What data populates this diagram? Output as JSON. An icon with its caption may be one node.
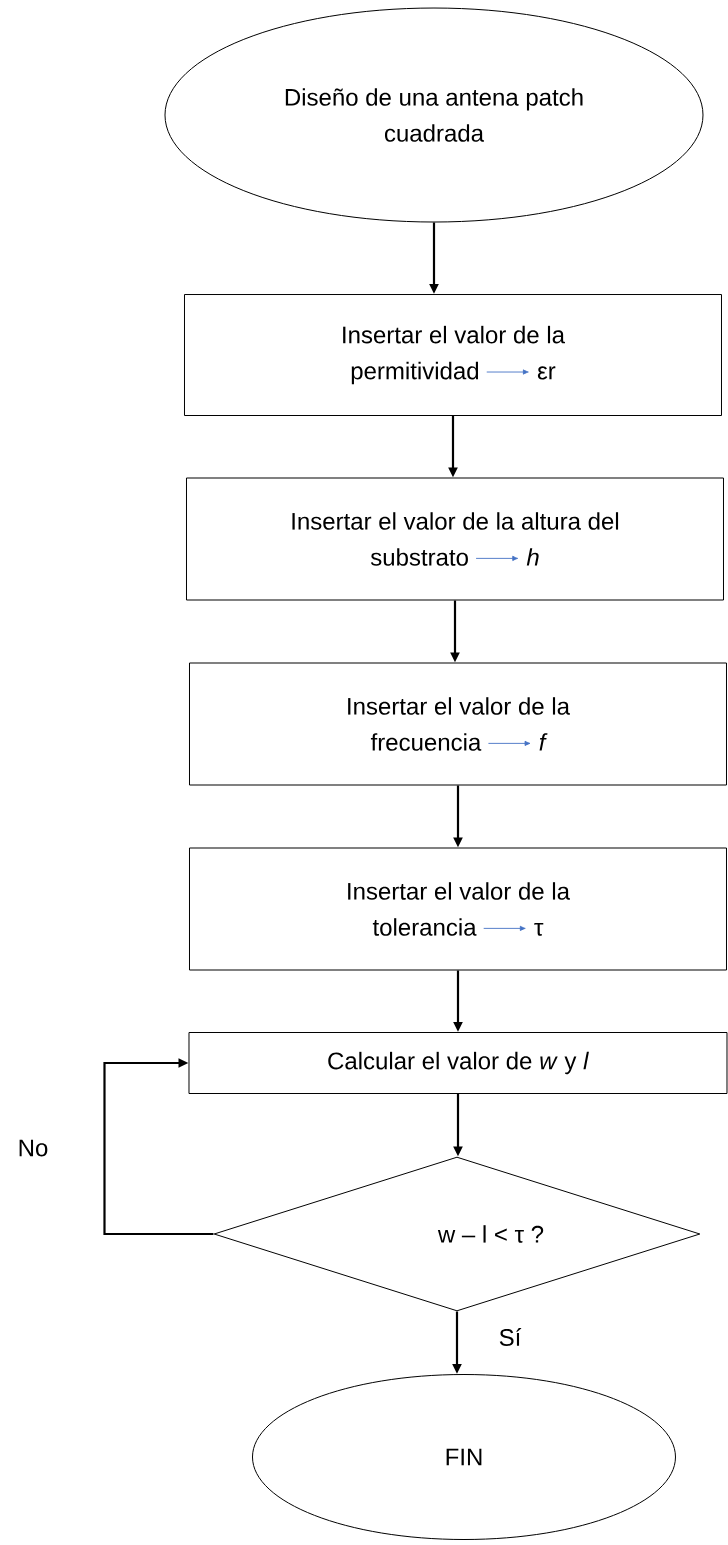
{
  "diagram": {
    "nodes": [
      {
        "text": [
          "Diseño de una antena patch cuadrada"
        ]
      },
      {
        "text": [
          "Insertar el valor de la permitividad",
          "εr"
        ]
      },
      {
        "text": [
          "Insertar el valor de la altura del substrato",
          "h"
        ]
      },
      {
        "text": [
          "Insertar el valor de la frecuencia",
          "f"
        ]
      },
      {
        "text": [
          "Insertar el valor de la tolerancia",
          "τ"
        ]
      },
      {
        "text": [
          "Calcular el valor de *w* y *l*"
        ]
      },
      {
        "text": [
          "w – l  <  τ  ?"
        ]
      },
      {
        "text": [
          "FIN"
        ]
      }
    ],
    "edges": [
      {
        "from": 0,
        "to": 1,
        "arrow": "to"
      },
      {
        "from": 1,
        "to": 2,
        "arrow": "to"
      },
      {
        "from": 2,
        "to": 3,
        "arrow": "to"
      },
      {
        "from": 3,
        "to": 4,
        "arrow": "to"
      },
      {
        "from": 4,
        "to": 5,
        "arrow": "to"
      },
      {
        "from": 5,
        "to": 6,
        "arrow": "to"
      },
      {
        "from": 6,
        "to": 5,
        "arrow": "to",
        "label": "No"
      },
      {
        "from": 6,
        "to": 7,
        "arrow": "to",
        "label": "Sí"
      }
    ]
  }
}
